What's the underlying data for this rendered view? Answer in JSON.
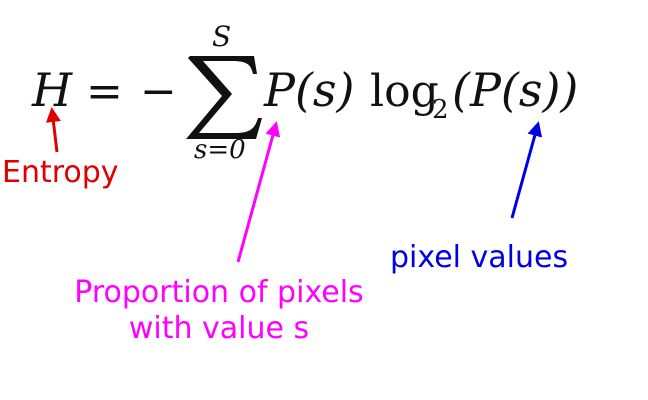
{
  "formula": {
    "lhs": "H",
    "equals": "=",
    "minus": "−",
    "sum_symbol": "∑",
    "upper_limit": "S",
    "lower_limit": "s=0",
    "term_p": "P(s)",
    "log_word": "log",
    "log_base": "2",
    "log_arg": "(P(s))"
  },
  "annotations": {
    "entropy": {
      "text": "Entropy",
      "color": "#e00000"
    },
    "proportion": {
      "line1": "Proportion of pixels",
      "line2": "with value s",
      "color": "#ff00ff"
    },
    "pixel_values": {
      "text": "pixel values",
      "color": "#0000e6"
    }
  }
}
